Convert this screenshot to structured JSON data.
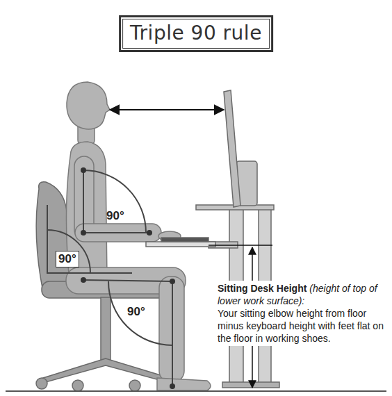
{
  "diagram": {
    "title": "Triple 90 rule",
    "labels": [
      "90°",
      "90°",
      "90°",
      "Sitting Desk Height",
      "(height of top of lower work surface):",
      "Your sitting elbow height from floor minus keyboard height with feet flat on the floor in working shoes."
    ]
  }
}
